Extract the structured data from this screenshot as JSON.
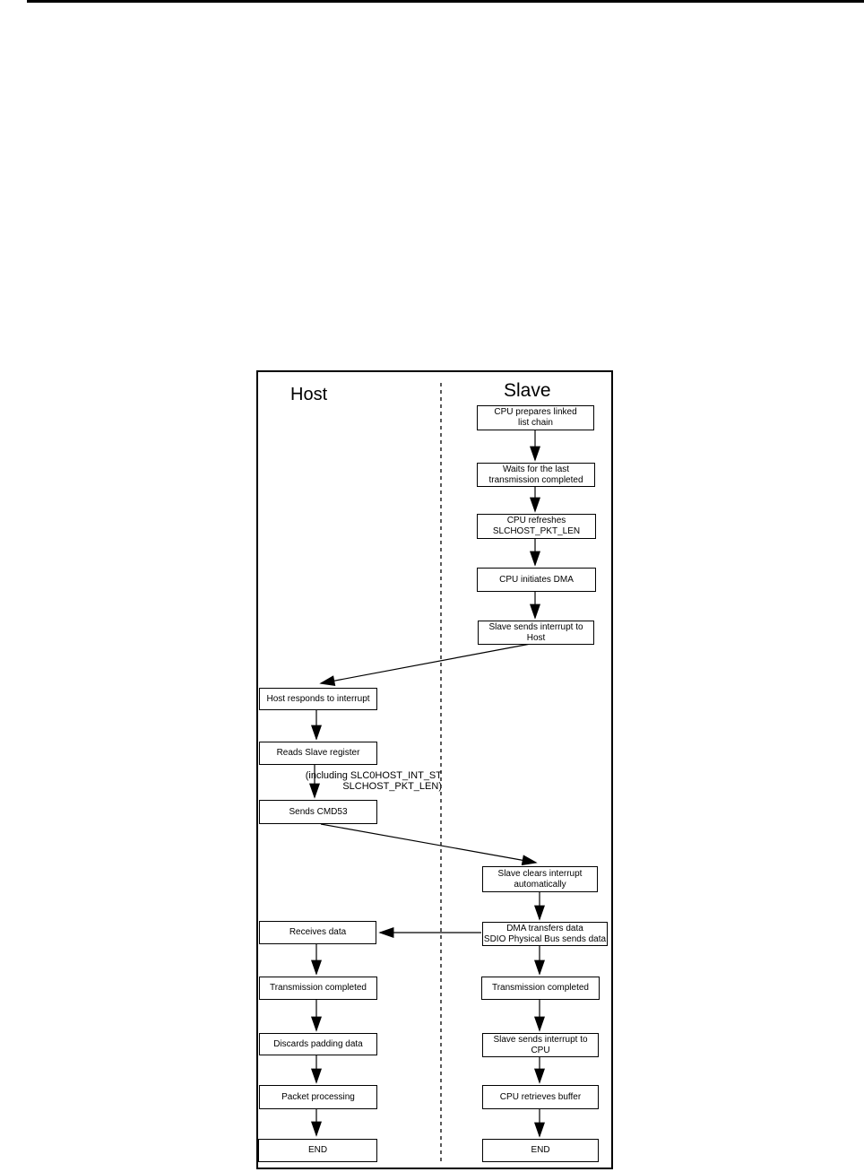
{
  "diagram": {
    "host_label": "Host",
    "slave_label": "Slave",
    "annotation": {
      "line1": "(including SLC0HOST_INT_ST",
      "line2": "SLCHOST_PKT_LEN)"
    },
    "host_nodes": [
      {
        "id": "host-responds-to-interrupt",
        "lines": [
          "Host responds to interrupt"
        ]
      },
      {
        "id": "reads-slave-register",
        "lines": [
          "Reads Slave register"
        ]
      },
      {
        "id": "sends-cmd53",
        "lines": [
          "Sends CMD53"
        ]
      },
      {
        "id": "receives-data",
        "lines": [
          "Receives data"
        ]
      },
      {
        "id": "transmission-completed-host",
        "lines": [
          "Transmission completed"
        ]
      },
      {
        "id": "discards-padding-data",
        "lines": [
          "Discards padding data"
        ]
      },
      {
        "id": "packet-processing",
        "lines": [
          "Packet processing"
        ]
      },
      {
        "id": "end-host",
        "lines": [
          "END"
        ]
      }
    ],
    "slave_nodes": [
      {
        "id": "cpu-prepares-linked-list-chain",
        "lines": [
          "CPU prepares linked",
          "list chain"
        ]
      },
      {
        "id": "waits-for-last-transmission",
        "lines": [
          "Waits for the last",
          "transmission completed"
        ]
      },
      {
        "id": "cpu-refreshes-slchost-pkt-len",
        "lines": [
          "CPU refreshes",
          "SLCHOST_PKT_LEN"
        ]
      },
      {
        "id": "cpu-initiates-dma",
        "lines": [
          "CPU initiates DMA"
        ]
      },
      {
        "id": "slave-sends-interrupt-to-host",
        "lines": [
          "Slave sends interrupt to",
          "Host"
        ]
      },
      {
        "id": "slave-clears-interrupt",
        "lines": [
          "Slave clears interrupt",
          "automatically"
        ]
      },
      {
        "id": "dma-transfers-data",
        "lines": [
          "DMA transfers data",
          "SDIO Physical Bus sends data"
        ]
      },
      {
        "id": "transmission-completed-slave",
        "lines": [
          "Transmission completed"
        ]
      },
      {
        "id": "slave-sends-interrupt-to-cpu",
        "lines": [
          "Slave sends interrupt to",
          "CPU"
        ]
      },
      {
        "id": "cpu-retrieves-buffer",
        "lines": [
          "CPU retrieves buffer"
        ]
      },
      {
        "id": "end-slave",
        "lines": [
          "END"
        ]
      }
    ],
    "colors": {
      "line": "#000000",
      "background": "#ffffff"
    }
  }
}
